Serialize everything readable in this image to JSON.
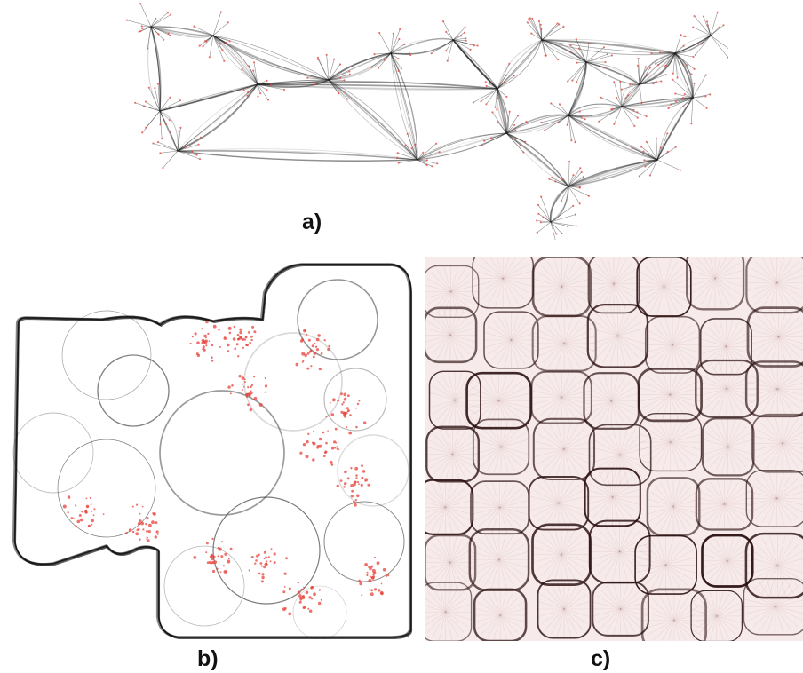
{
  "figure": {
    "panels": [
      {
        "id": "a",
        "label": "a)",
        "description_name": "us-map-edge-bundling"
      },
      {
        "id": "b",
        "label": "b)",
        "description_name": "rounded-boundary-edge-bundling"
      },
      {
        "id": "c",
        "label": "c)",
        "description_name": "square-grid-edge-bundling"
      }
    ],
    "colors": {
      "edge": "#1a1a1a",
      "node": "#e8413a",
      "background_c": "#f7eaea"
    }
  }
}
